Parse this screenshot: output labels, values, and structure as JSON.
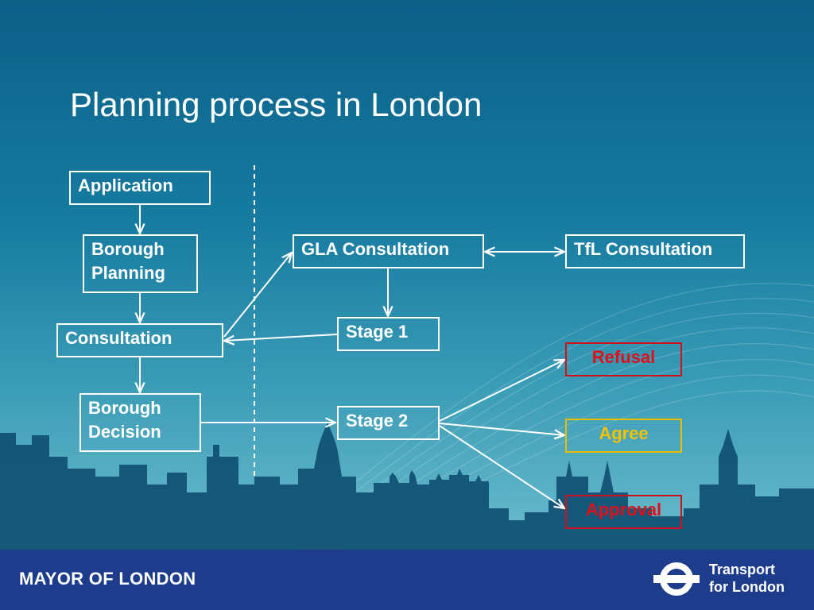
{
  "slide": {
    "title": "Planning process in London"
  },
  "boxes": {
    "application": "Application",
    "borough_planning_1": "Borough",
    "borough_planning_2": "Planning",
    "consultation": "Consultation",
    "borough_decision_1": "Borough",
    "borough_decision_2": "Decision",
    "gla_consultation": "GLA Consultation",
    "tfl_consultation": "TfL Consultation",
    "stage1": "Stage 1",
    "stage2": "Stage 2",
    "refusal": "Refusal",
    "agree": "Agree",
    "approval": "Approval"
  },
  "colors": {
    "outcome_red": "#e0101a",
    "outcome_yellow": "#f2c200",
    "footer_blue": "#1e3c8c"
  },
  "footer": {
    "mayor_label": "MAYOR OF LONDON",
    "tfl_line1": "Transport",
    "tfl_line2": "for London"
  }
}
